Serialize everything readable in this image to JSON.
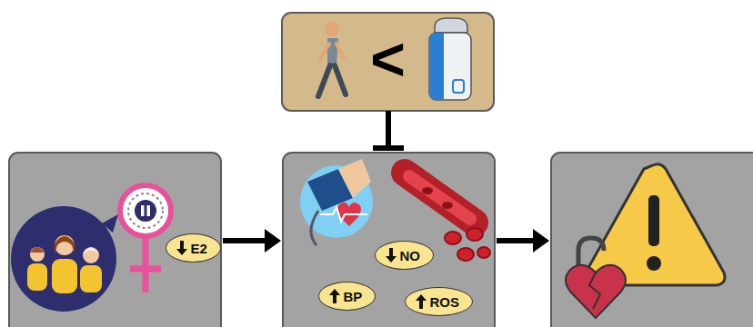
{
  "diagram": {
    "nodes": [
      {
        "text": [
          "<"
        ]
      },
      {
        "text": []
      },
      {
        "text": [
          "E2"
        ],
        "in": 1
      },
      {
        "text": []
      },
      {
        "text": [
          "BP"
        ],
        "in": 3
      },
      {
        "text": [
          "NO"
        ],
        "in": 3
      },
      {
        "text": [
          "ROS"
        ],
        "in": 3
      },
      {
        "text": []
      }
    ],
    "edges": [
      {
        "from": 1,
        "to": 3,
        "arrow": "to"
      },
      {
        "from": 3,
        "to": 7,
        "arrow": "to"
      },
      {
        "from": 0,
        "to": 3,
        "arrow": "to"
      }
    ]
  }
}
